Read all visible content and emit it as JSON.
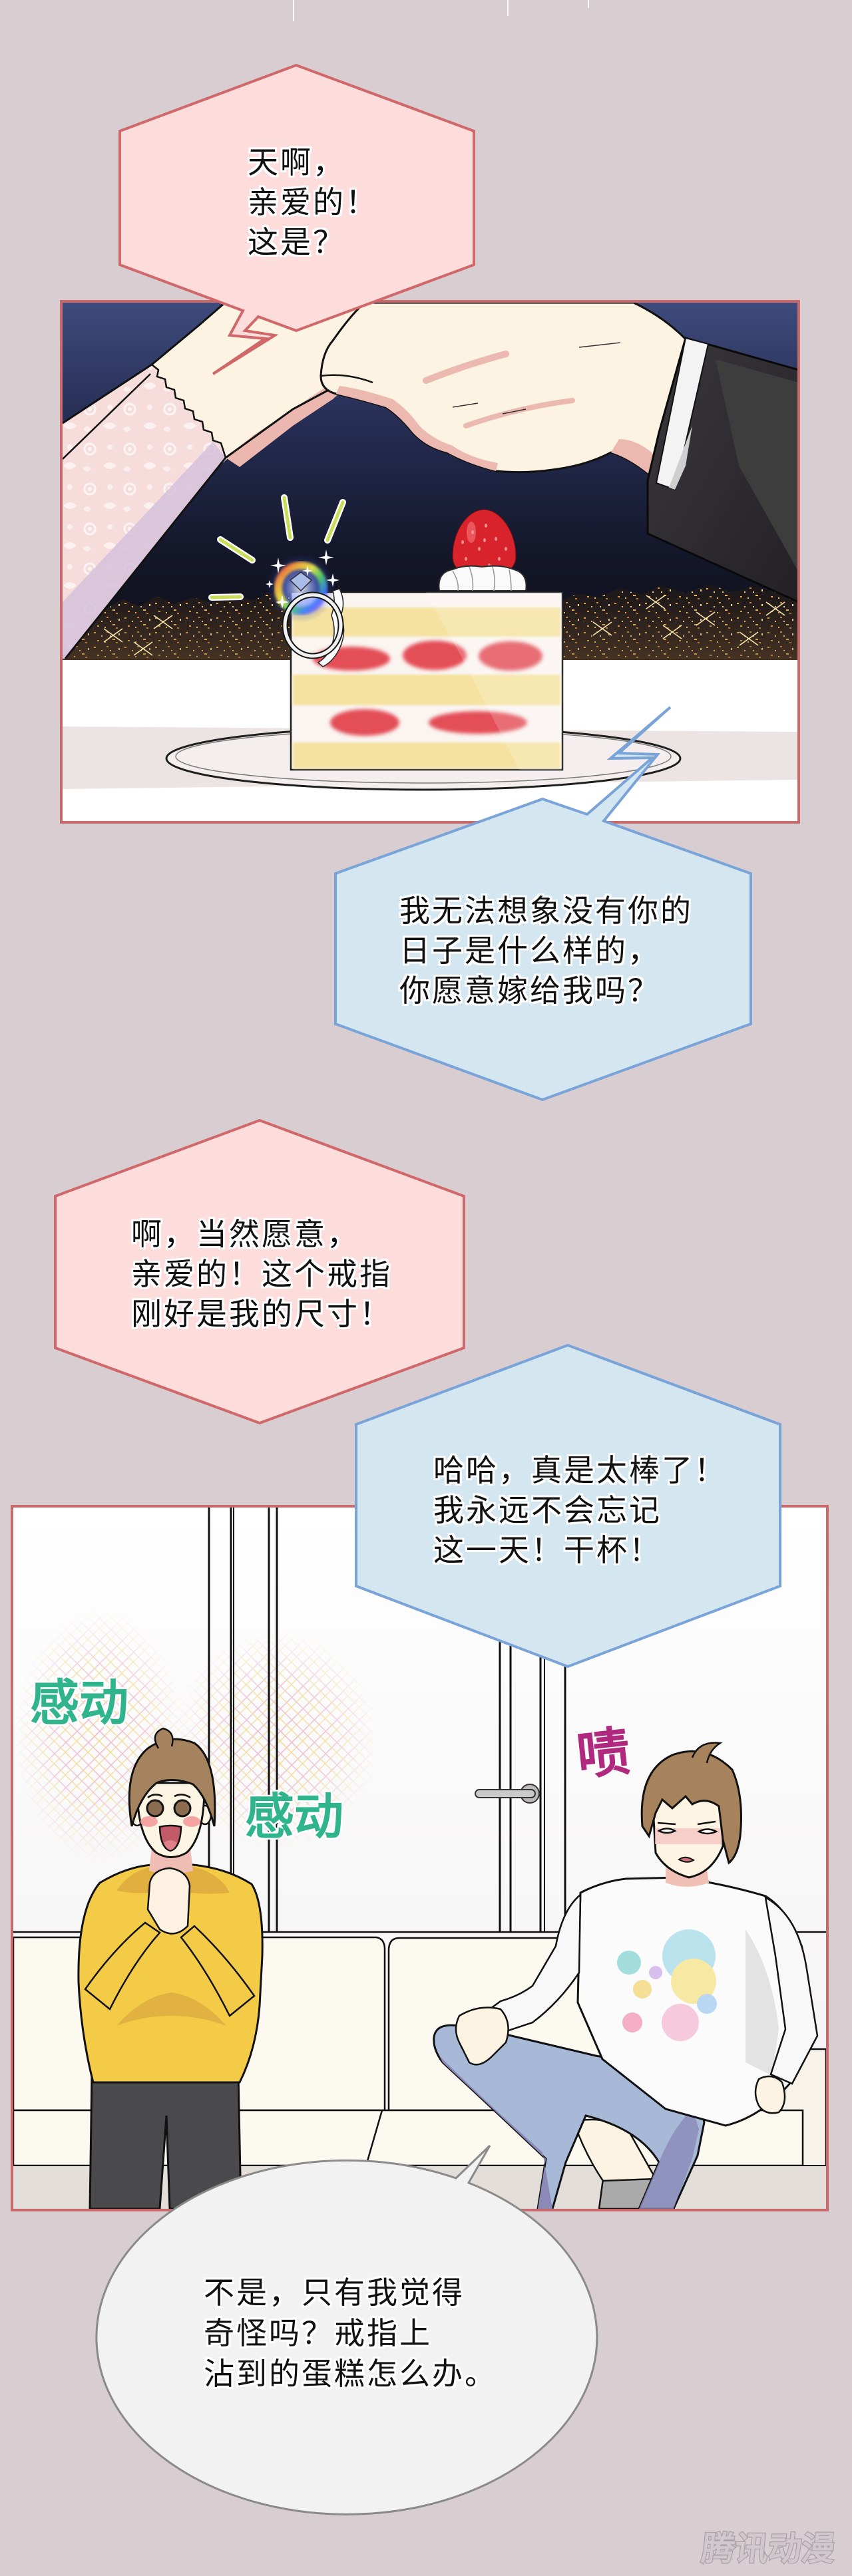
{
  "page": {
    "background": "#d8ced2"
  },
  "panels": [
    {
      "id": "panel-1",
      "border_color": "#c8696b",
      "description": "Two hands above a slice of strawberry shortcake with a sparkling ring on its edge, night city skyline behind"
    },
    {
      "id": "panel-2",
      "border_color": "#c8696b",
      "description": "Two young men on a cream sofa: one in a yellow sweater moved with clasped hands, one in a white shirt looking unimpressed"
    }
  ],
  "bubbles": [
    {
      "shape": "hexagon",
      "fill": "#fddcdc",
      "stroke": "#d0686a",
      "lines": [
        "天啊，",
        "亲爱的！",
        "这是？"
      ]
    },
    {
      "shape": "hexagon",
      "fill": "#d4e7f1",
      "stroke": "#7aa3d8",
      "lines": [
        "我无法想象没有你的",
        "日子是什么样的，",
        "你愿意嫁给我吗？"
      ]
    },
    {
      "shape": "hexagon",
      "fill": "#fddcdc",
      "stroke": "#d0686a",
      "lines": [
        "啊，当然愿意，",
        "亲爱的！这个戒指",
        "刚好是我的尺寸！"
      ]
    },
    {
      "shape": "hexagon",
      "fill": "#d4e7f1",
      "stroke": "#7aa3d8",
      "lines": [
        "哈哈，真是太棒了！",
        "我永远不会忘记",
        "这一天！干杯！"
      ]
    },
    {
      "shape": "ellipse",
      "fill": "#f2f2f2",
      "stroke": "#8a8a8a",
      "lines": [
        "不是，只有我觉得",
        "奇怪吗？戒指上",
        "沾到的蛋糕怎么办。"
      ]
    }
  ],
  "sfx": [
    {
      "text": "感动",
      "color": "#2fb48c"
    },
    {
      "text": "感动",
      "color": "#2fb48c"
    },
    {
      "text": "啧",
      "color": "#b0297e"
    }
  ],
  "watermark": {
    "text": "腾讯动漫",
    "fill": "#d0c8cc",
    "stroke": "#aaa2a6"
  }
}
